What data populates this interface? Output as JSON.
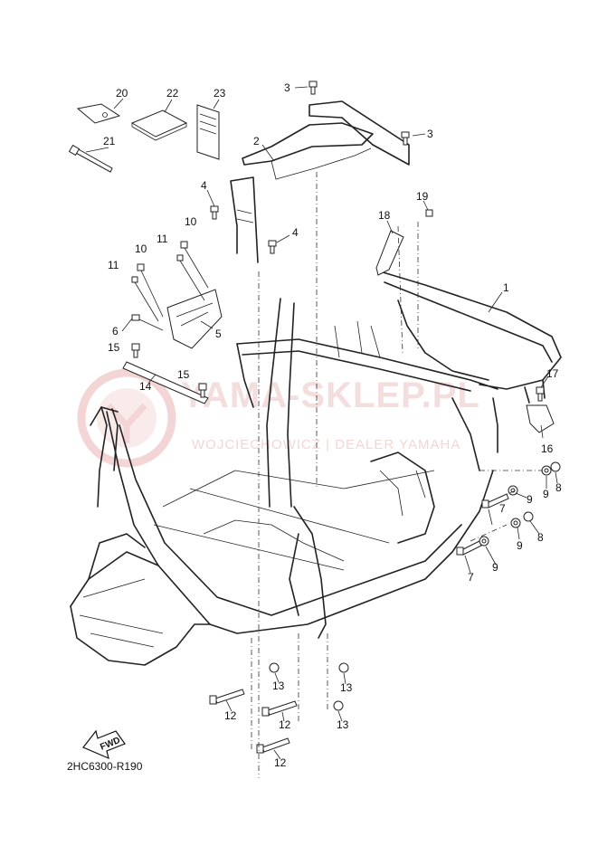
{
  "diagram_code": "2HC6300-R190",
  "fwd_label": "FWD",
  "watermark": {
    "title": "YAMA-SKLEP.PL",
    "subtitle": "WOJCIECHOWICZ | DEALER YAMAHA"
  },
  "callouts": [
    {
      "id": "c1",
      "label": "1"
    },
    {
      "id": "c2",
      "label": "2"
    },
    {
      "id": "c3a",
      "label": "3"
    },
    {
      "id": "c3b",
      "label": "3"
    },
    {
      "id": "c4a",
      "label": "4"
    },
    {
      "id": "c4b",
      "label": "4"
    },
    {
      "id": "c5",
      "label": "5"
    },
    {
      "id": "c6",
      "label": "6"
    },
    {
      "id": "c7a",
      "label": "7"
    },
    {
      "id": "c7b",
      "label": "7"
    },
    {
      "id": "c8a",
      "label": "8"
    },
    {
      "id": "c8b",
      "label": "8"
    },
    {
      "id": "c9a",
      "label": "9"
    },
    {
      "id": "c9b",
      "label": "9"
    },
    {
      "id": "c9c",
      "label": "9"
    },
    {
      "id": "c9d",
      "label": "9"
    },
    {
      "id": "c10a",
      "label": "10"
    },
    {
      "id": "c10b",
      "label": "10"
    },
    {
      "id": "c11a",
      "label": "11"
    },
    {
      "id": "c11b",
      "label": "11"
    },
    {
      "id": "c12a",
      "label": "12"
    },
    {
      "id": "c12b",
      "label": "12"
    },
    {
      "id": "c12c",
      "label": "12"
    },
    {
      "id": "c13a",
      "label": "13"
    },
    {
      "id": "c13b",
      "label": "13"
    },
    {
      "id": "c13c",
      "label": "13"
    },
    {
      "id": "c14",
      "label": "14"
    },
    {
      "id": "c15a",
      "label": "15"
    },
    {
      "id": "c15b",
      "label": "15"
    },
    {
      "id": "c16",
      "label": "16"
    },
    {
      "id": "c17",
      "label": "17"
    },
    {
      "id": "c18",
      "label": "18"
    },
    {
      "id": "c19",
      "label": "19"
    },
    {
      "id": "c20",
      "label": "20"
    },
    {
      "id": "c21",
      "label": "21"
    },
    {
      "id": "c22",
      "label": "22"
    },
    {
      "id": "c23",
      "label": "23"
    }
  ]
}
